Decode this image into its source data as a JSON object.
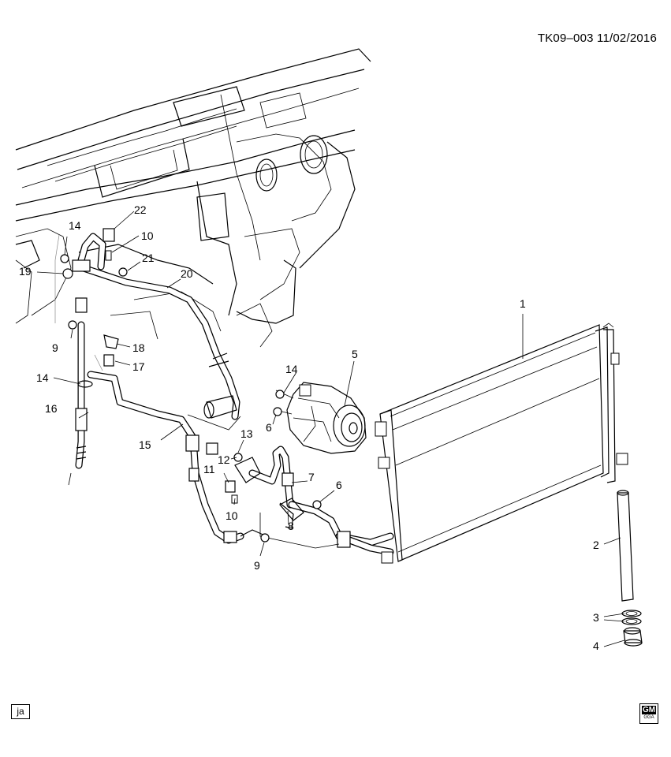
{
  "header": {
    "id": "TK09–003  11/02/2016"
  },
  "footer": {
    "badge": "ja",
    "logo": {
      "top": "GM",
      "bottom": "GGA"
    }
  },
  "callouts": [
    {
      "name": "callout-1",
      "label": "1"
    },
    {
      "name": "callout-2",
      "label": "2"
    },
    {
      "name": "callout-3",
      "label": "3"
    },
    {
      "name": "callout-4",
      "label": "4"
    },
    {
      "name": "callout-5",
      "label": "5"
    },
    {
      "name": "callout-6a",
      "label": "6"
    },
    {
      "name": "callout-6b",
      "label": "6"
    },
    {
      "name": "callout-7",
      "label": "7"
    },
    {
      "name": "callout-8",
      "label": "8"
    },
    {
      "name": "callout-9a",
      "label": "9"
    },
    {
      "name": "callout-9b",
      "label": "9"
    },
    {
      "name": "callout-10a",
      "label": "10"
    },
    {
      "name": "callout-10b",
      "label": "10"
    },
    {
      "name": "callout-11",
      "label": "11"
    },
    {
      "name": "callout-12",
      "label": "12"
    },
    {
      "name": "callout-13",
      "label": "13"
    },
    {
      "name": "callout-14a",
      "label": "14"
    },
    {
      "name": "callout-14b",
      "label": "14"
    },
    {
      "name": "callout-14c",
      "label": "14"
    },
    {
      "name": "callout-15",
      "label": "15"
    },
    {
      "name": "callout-16",
      "label": "16"
    },
    {
      "name": "callout-17",
      "label": "17"
    },
    {
      "name": "callout-18",
      "label": "18"
    },
    {
      "name": "callout-19",
      "label": "19"
    },
    {
      "name": "callout-20",
      "label": "20"
    },
    {
      "name": "callout-21",
      "label": "21"
    },
    {
      "name": "callout-22",
      "label": "22"
    }
  ]
}
